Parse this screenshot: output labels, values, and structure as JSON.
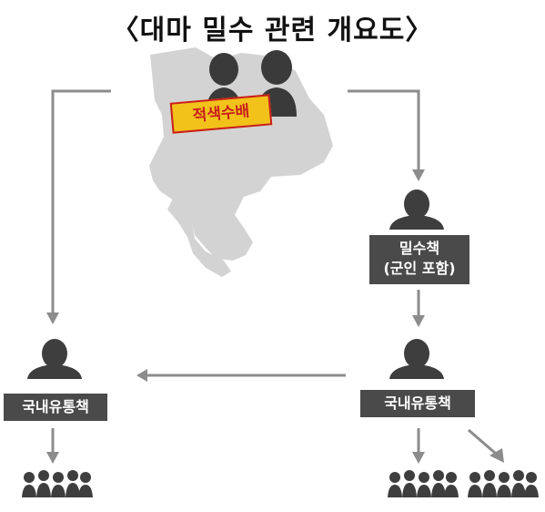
{
  "title": "〈대마  밀수 관련 개요도〉",
  "badge": "적색수배",
  "nodes": {
    "smuggler_label_line1": "밀수책",
    "smuggler_label_line2": "(군인 포함)",
    "left_distributor_label": "국내유통책",
    "right_distributor_label": "국내유통책"
  },
  "icons": {
    "map": "map-icon",
    "person": "person-icon",
    "group": "group-icon",
    "arrow": "arrow-icon"
  },
  "colors": {
    "map": "#cfcfcf",
    "person": "#3e3e3e",
    "arrow": "#8a8a8a",
    "label_bg": "#4a4a4a",
    "badge_bg": "#f2c21a",
    "badge_text": "#c81e1e"
  }
}
